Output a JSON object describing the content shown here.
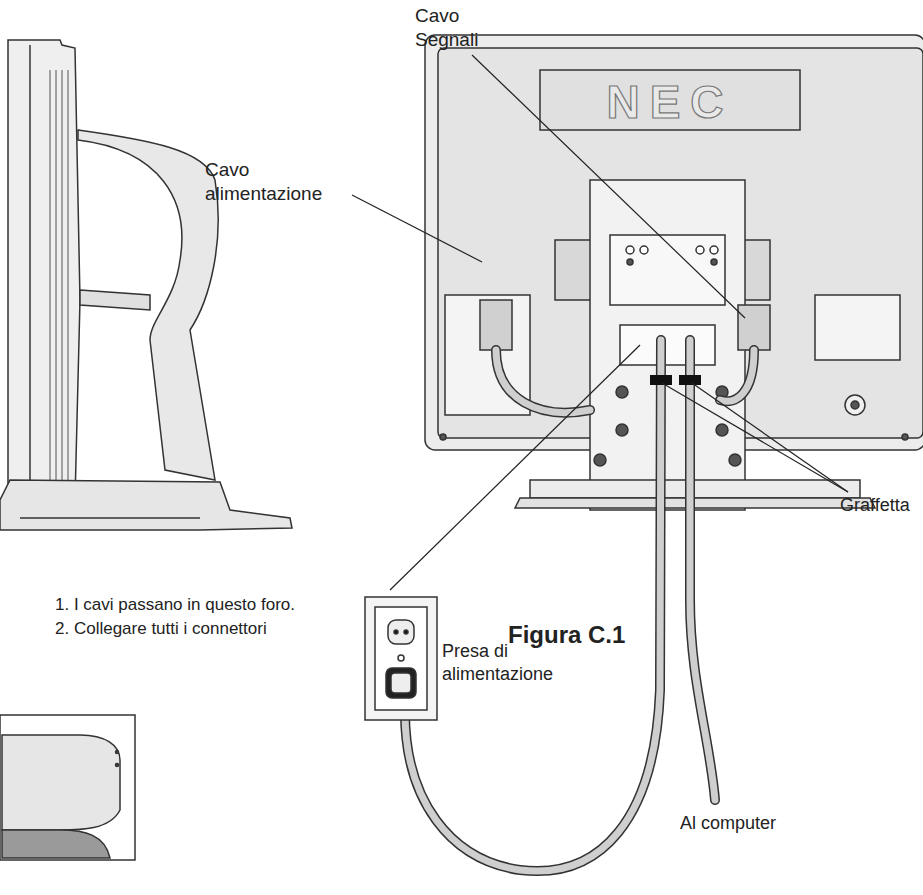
{
  "diagram": {
    "caption": "Figura C.1",
    "labels": [
      "NEC",
      "Cavo Segnali",
      "Cavo alimentazione",
      "Graffetta",
      "1. I cavi passano in questo foro.",
      "2. Collegare tutti i connettori",
      "Presa di alimentazione",
      "Al computer"
    ]
  }
}
